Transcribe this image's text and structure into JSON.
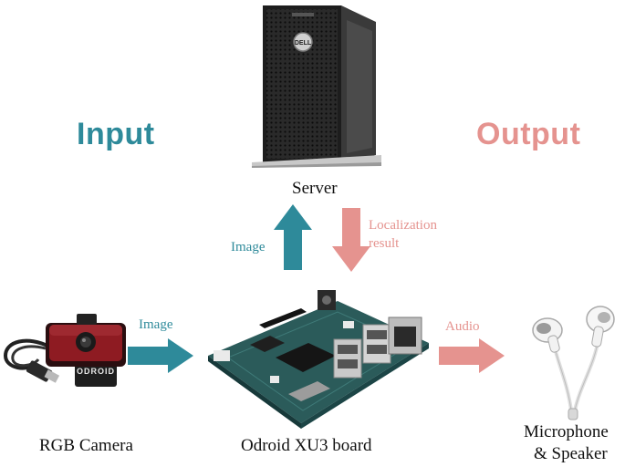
{
  "headings": {
    "input": "Input",
    "output": "Output"
  },
  "devices": {
    "server": "Server",
    "camera": "RGB Camera",
    "board": "Odroid XU3 board",
    "audio_line1": "Microphone",
    "audio_line2": "& Speaker"
  },
  "arrows": {
    "upload": "Image",
    "download_line1": "Localization",
    "download_line2": "result",
    "camera_to_board": "Image",
    "board_to_audio": "Audio"
  },
  "camera_brand": "ODROID",
  "server_logo": "DELL",
  "colors": {
    "input": "#2e8a9a",
    "output": "#e5938f"
  }
}
